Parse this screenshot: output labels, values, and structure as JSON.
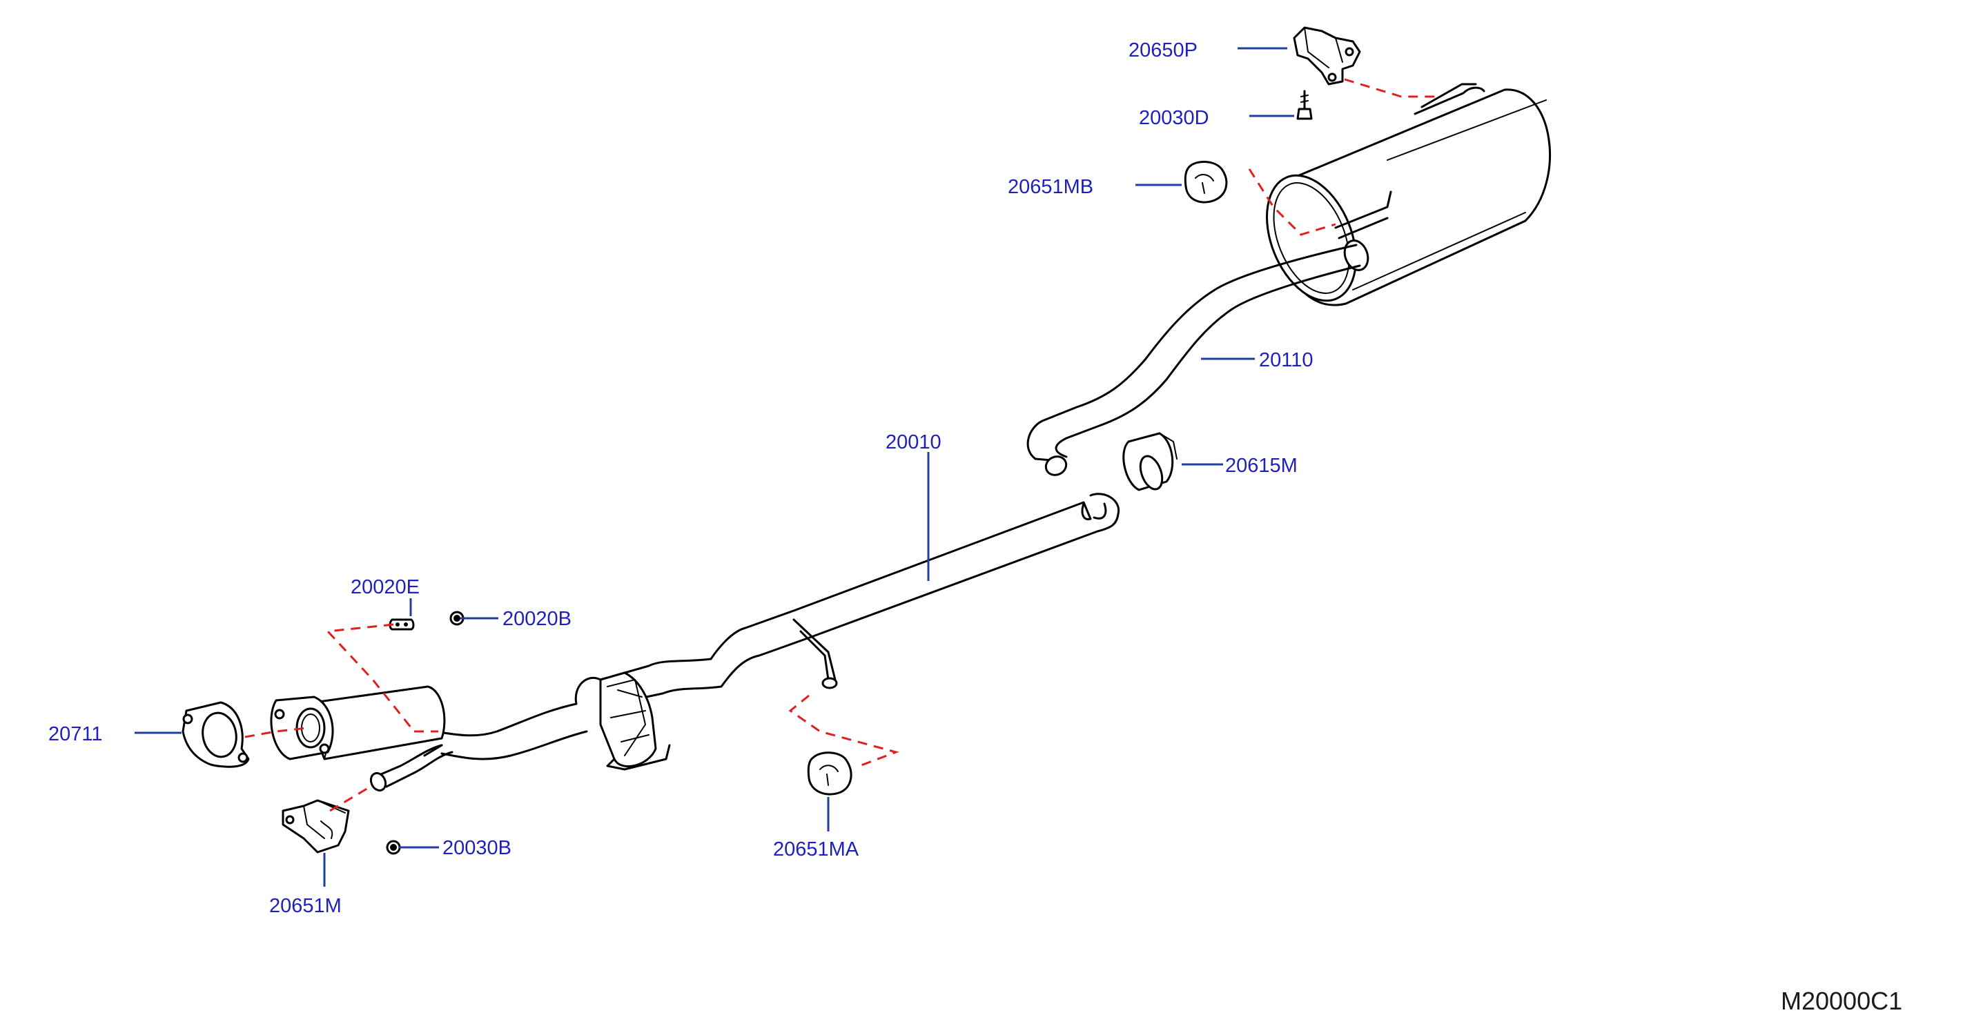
{
  "diagram_code": "M20000C1",
  "parts": {
    "p20650P": "20650P",
    "p20030D": "20030D",
    "p20651MB": "20651MB",
    "p20110": "20110",
    "p20615M": "20615M",
    "p20010": "20010",
    "p20020E": "20020E",
    "p20020B": "20020B",
    "p20711": "20711",
    "p20030B": "20030B",
    "p20651M": "20651M",
    "p20651MA": "20651MA"
  },
  "colors": {
    "label": "#1f1fbf",
    "leader": "#1f3f9f",
    "connector": "#e02020",
    "line": "#000000"
  }
}
